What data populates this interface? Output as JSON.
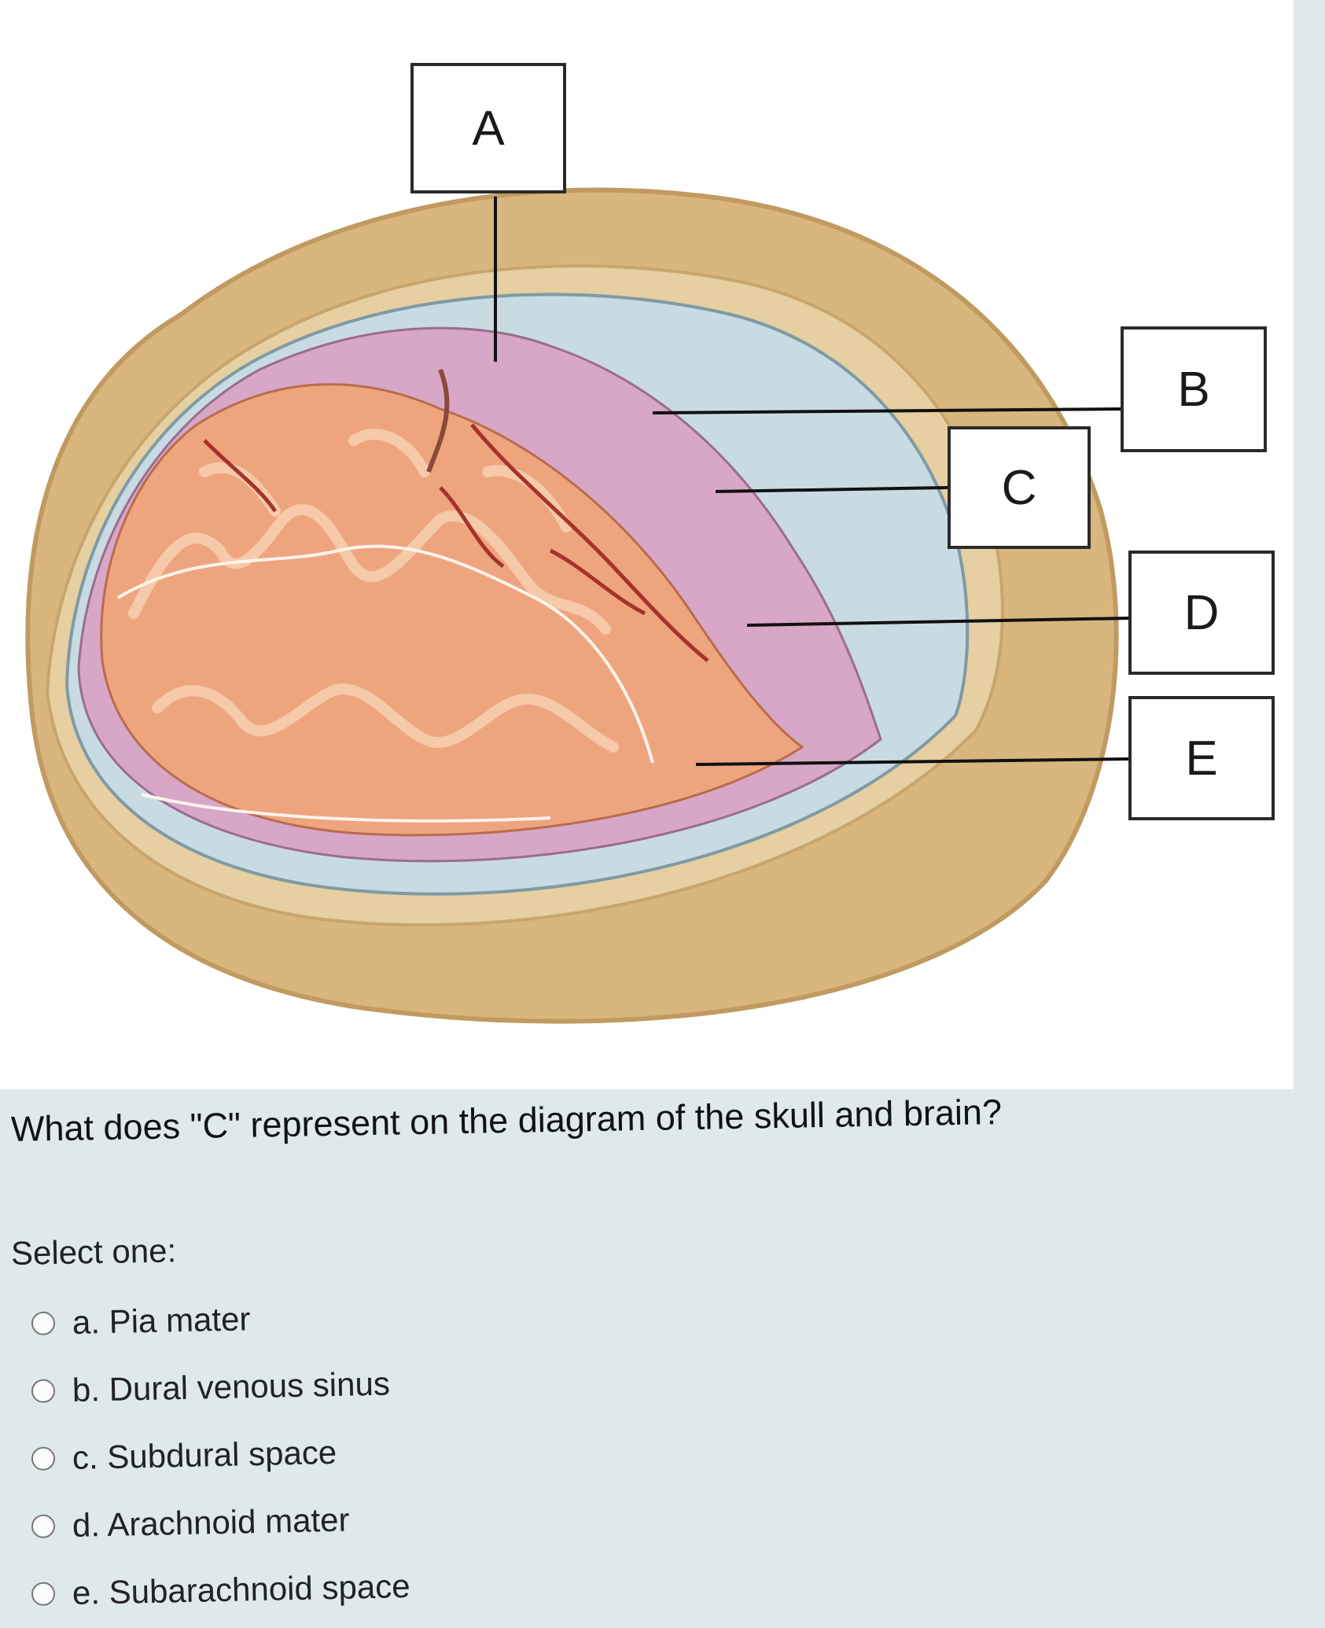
{
  "diagram": {
    "labels": {
      "a": "A",
      "b": "B",
      "c": "C",
      "d": "D",
      "e": "E"
    }
  },
  "quiz": {
    "question": "What does \"C\" represent on the diagram of the skull and brain?",
    "prompt": "Select one:",
    "options": [
      {
        "text": "a. Pia mater",
        "selected": false
      },
      {
        "text": "b. Dural venous sinus",
        "selected": false
      },
      {
        "text": "c. Subdural space",
        "selected": false
      },
      {
        "text": "d. Arachnoid mater",
        "selected": false
      },
      {
        "text": "e. Subarachnoid space",
        "selected": false
      }
    ]
  },
  "colors": {
    "bone": "#d9b67e",
    "dura": "#c9dbe2",
    "arachnoid": "#d8a7c7",
    "brain": "#eea57e",
    "vessel": "#a5332a"
  }
}
